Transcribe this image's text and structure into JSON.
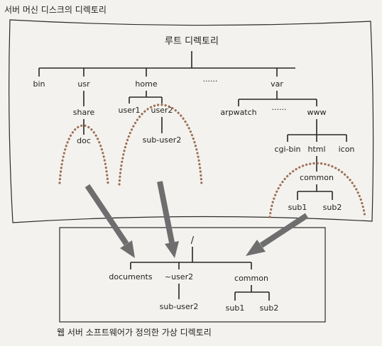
{
  "server": {
    "title": "서버 머신 디스크의 디렉토리",
    "root": "루트 디렉토리",
    "nodes": {
      "bin": "bin",
      "usr": "usr",
      "home": "home",
      "ellipsis_top": "······",
      "var": "var",
      "share": "share",
      "user1": "user1",
      "user2": "user2",
      "arpwatch": "arpwatch",
      "ellipsis_var": "······",
      "www": "www",
      "doc": "doc",
      "sub_user2": "sub-user2",
      "cgi_bin": "cgi-bin",
      "html": "html",
      "icon": "icon",
      "common": "common",
      "sub1": "sub1",
      "sub2": "sub2"
    }
  },
  "web": {
    "caption": "웹 서버 소프트웨어가 정의한 가상 디렉토리",
    "nodes": {
      "root": "/",
      "documents": "documents",
      "user2": "~user2",
      "common": "common",
      "sub_user2": "sub-user2",
      "sub1": "sub1",
      "sub2": "sub2"
    }
  },
  "colors": {
    "background": "#f3f2ee",
    "line": "#262626",
    "dots": "#9c6f55",
    "arrow": "#6e6e6e"
  }
}
